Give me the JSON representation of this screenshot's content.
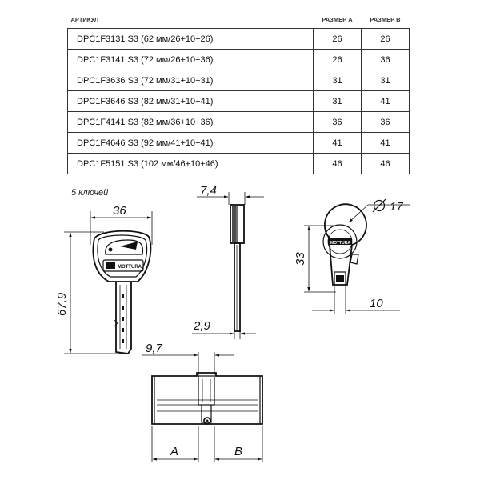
{
  "table": {
    "headers": {
      "article": "АРТИКУЛ",
      "size_a": "РАЗМЕР А",
      "size_b": "РАЗМЕР В"
    },
    "rows": [
      {
        "article": "DPC1F3131 S3 (62 мм/26+10+26)",
        "a": "26",
        "b": "26"
      },
      {
        "article": "DPC1F3141 S3 (72 мм/26+10+36)",
        "a": "26",
        "b": "36"
      },
      {
        "article": "DPC1F3636 S3 (72 мм/31+10+31)",
        "a": "31",
        "b": "31"
      },
      {
        "article": "DPC1F3646 S3 (82 мм/31+10+41)",
        "a": "31",
        "b": "41"
      },
      {
        "article": "DPC1F4141 S3 (82 мм/36+10+36)",
        "a": "36",
        "b": "36"
      },
      {
        "article": "DPC1F4646 S3 (92 мм/41+10+41)",
        "a": "41",
        "b": "41"
      },
      {
        "article": "DPC1F5151 S3 (102 мм/46+10+46)",
        "a": "46",
        "b": "46"
      }
    ]
  },
  "drawing": {
    "keys_note": "5 ключей",
    "dims": {
      "key_width": "36",
      "key_height": "67,9",
      "key_thickness": "7,4",
      "blade_thickness": "2,9",
      "diameter": "17",
      "profile_height": "33",
      "cam_offset": "10",
      "offset_9_7": "9,7",
      "size_a": "A",
      "size_b": "B"
    },
    "logo": "MOTTURA"
  }
}
